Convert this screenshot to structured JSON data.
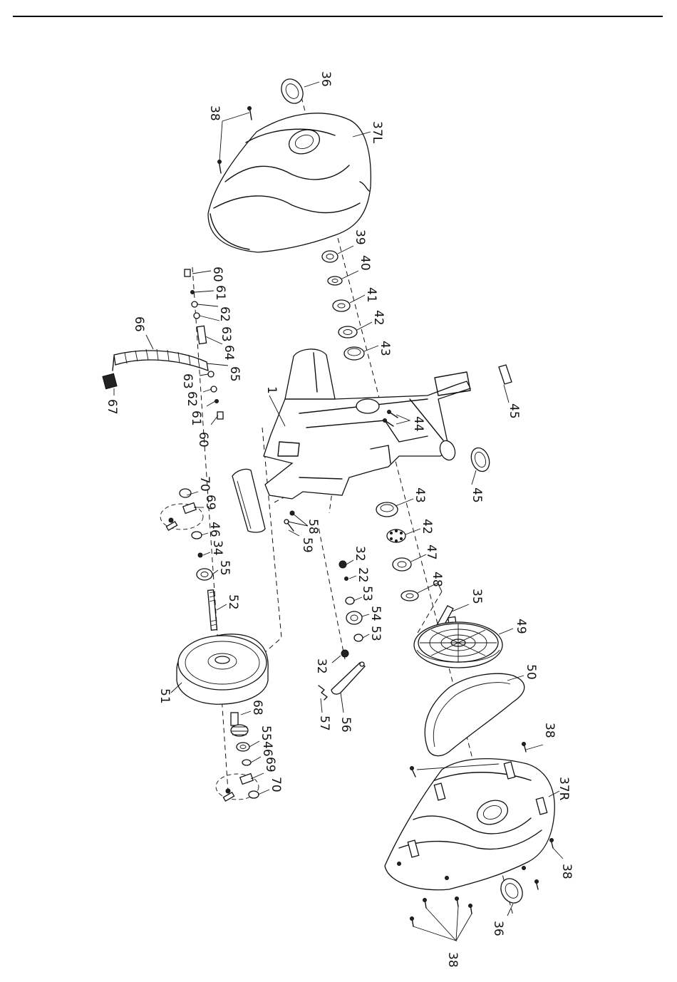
{
  "labels": {
    "l1": "1",
    "l22": "22",
    "l32a": "32",
    "l32b": "32",
    "l34": "34",
    "l35": "35",
    "l36a": "36",
    "l36b": "36",
    "l37L": "37L",
    "l37R": "37R",
    "l38a": "38",
    "l38b": "38",
    "l38c": "38",
    "l38d": "38",
    "l39": "39",
    "l40": "40",
    "l41": "41",
    "l42a": "42",
    "l42b": "42",
    "l43a": "43",
    "l43b": "43",
    "l44": "44",
    "l45a": "45",
    "l45b": "45",
    "l46a": "46",
    "l46b": "46",
    "l47": "47",
    "l48": "48",
    "l49": "49",
    "l50": "50",
    "l51": "51",
    "l52": "52",
    "l53a": "53",
    "l53b": "53",
    "l54": "54",
    "l55a": "55",
    "l55b": "55",
    "l56": "56",
    "l57": "57",
    "l58": "58",
    "l59": "59",
    "l60a": "60",
    "l60b": "60",
    "l61a": "61",
    "l61b": "61",
    "l62a": "62",
    "l62b": "62",
    "l63a": "63",
    "l63b": "63",
    "l64": "64",
    "l65": "65",
    "l66": "66",
    "l67": "67",
    "l68": "68",
    "l69a": "69",
    "l69b": "69",
    "l70a": "70",
    "l70b": "70"
  }
}
